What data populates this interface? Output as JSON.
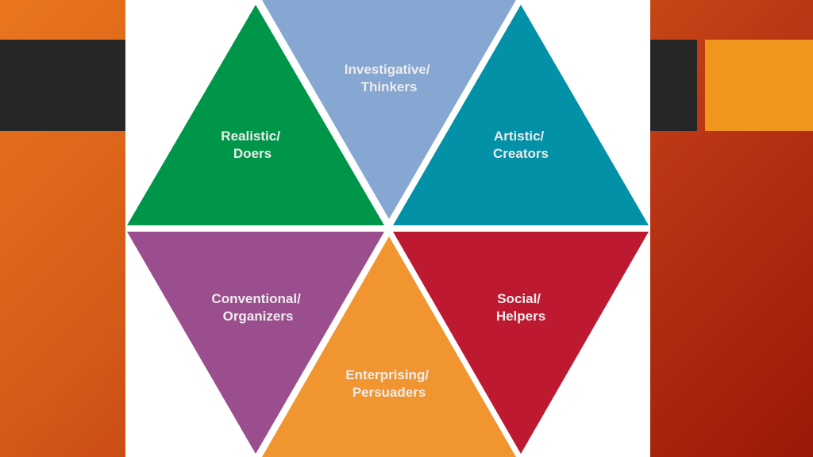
{
  "colors": {
    "realistic": "#00964a",
    "investigative": "#86a7d1",
    "artistic": "#0291a6",
    "conventional": "#9b4e8e",
    "enterprising": "#f0952f",
    "social": "#bd1930",
    "label_text": "#ececec"
  },
  "segments": {
    "realistic": {
      "line1": "Realistic/",
      "line2": "Doers"
    },
    "investigative": {
      "line1": "Investigative/",
      "line2": "Thinkers"
    },
    "artistic": {
      "line1": "Artistic/",
      "line2": "Creators"
    },
    "conventional": {
      "line1": "Conventional/",
      "line2": "Organizers"
    },
    "enterprising": {
      "line1": "Enterprising/",
      "line2": "Persuaders"
    },
    "social": {
      "line1": "Social/",
      "line2": "Helpers"
    }
  }
}
